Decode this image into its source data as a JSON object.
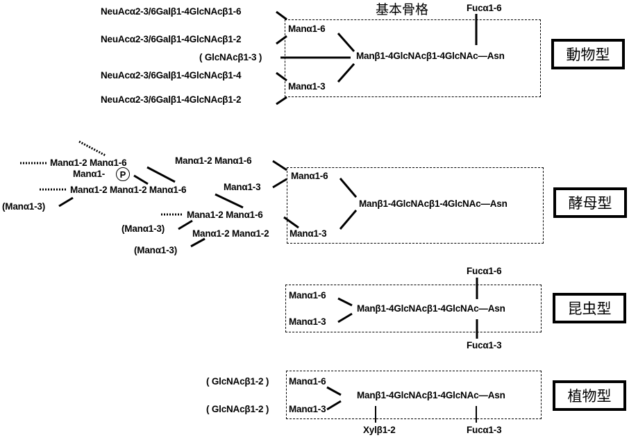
{
  "title": "基本骨格",
  "types": {
    "animal": {
      "label": "動物型",
      "branches": [
        "NeuAcα2-3/6Galβ1-4GlcNAcβ1-6",
        "NeuAcα2-3/6Galβ1-4GlcNAcβ1-2",
        "( GlcNAcβ1-3 )",
        "NeuAcα2-3/6Galβ1-4GlcNAcβ1-4",
        "NeuAcα2-3/6Galβ1-4GlcNAcβ1-2"
      ],
      "man16": "Manα1-6",
      "man13": "Manα1-3",
      "core": "Manβ1-4GlcNAcβ1-4GlcNAc—Asn",
      "fuc_top": "Fucα1-6"
    },
    "yeast": {
      "label": "酵母型",
      "branches": {
        "dotted_man12_man16": "Manα1-2 Manα1-6",
        "man1_p": "Manα1-",
        "p": "P",
        "dotted_man12_man12_man16": "Manα1-2 Manα1-2 Manα1-6",
        "man13_a": "(Manα1-3)",
        "man12_man16_outer": "Manα1-2 Manα1-6",
        "man13_inner": "Manα1-3",
        "dotted_mana12_man16": "Mana1-2 Manα1-6",
        "man13_b": "(Manα1-3)",
        "man12_man12": "Manα1-2 Manα1-2",
        "man13_c": "(Manα1-3)"
      },
      "man16": "Manα1-6",
      "man13": "Manα1-3",
      "core": "Manβ1-4GlcNAcβ1-4GlcNAc—Asn"
    },
    "insect": {
      "label": "昆虫型",
      "man16": "Manα1-6",
      "man13": "Manα1-3",
      "core": "Manβ1-4GlcNAcβ1-4GlcNAc—Asn",
      "fuc_top": "Fucα1-6",
      "fuc_bottom": "Fucα1-3"
    },
    "plant": {
      "label": "植物型",
      "glc_top": "( GlcNAcβ1-2 )",
      "glc_bottom": "( GlcNAcβ1-2 )",
      "man16": "Manα1-6",
      "man13": "Manα1-3",
      "core": "Manβ1-4GlcNAcβ1-4GlcNAc—Asn",
      "xyl": "Xylβ1-2",
      "fuc_bottom": "Fucα1-3"
    }
  }
}
